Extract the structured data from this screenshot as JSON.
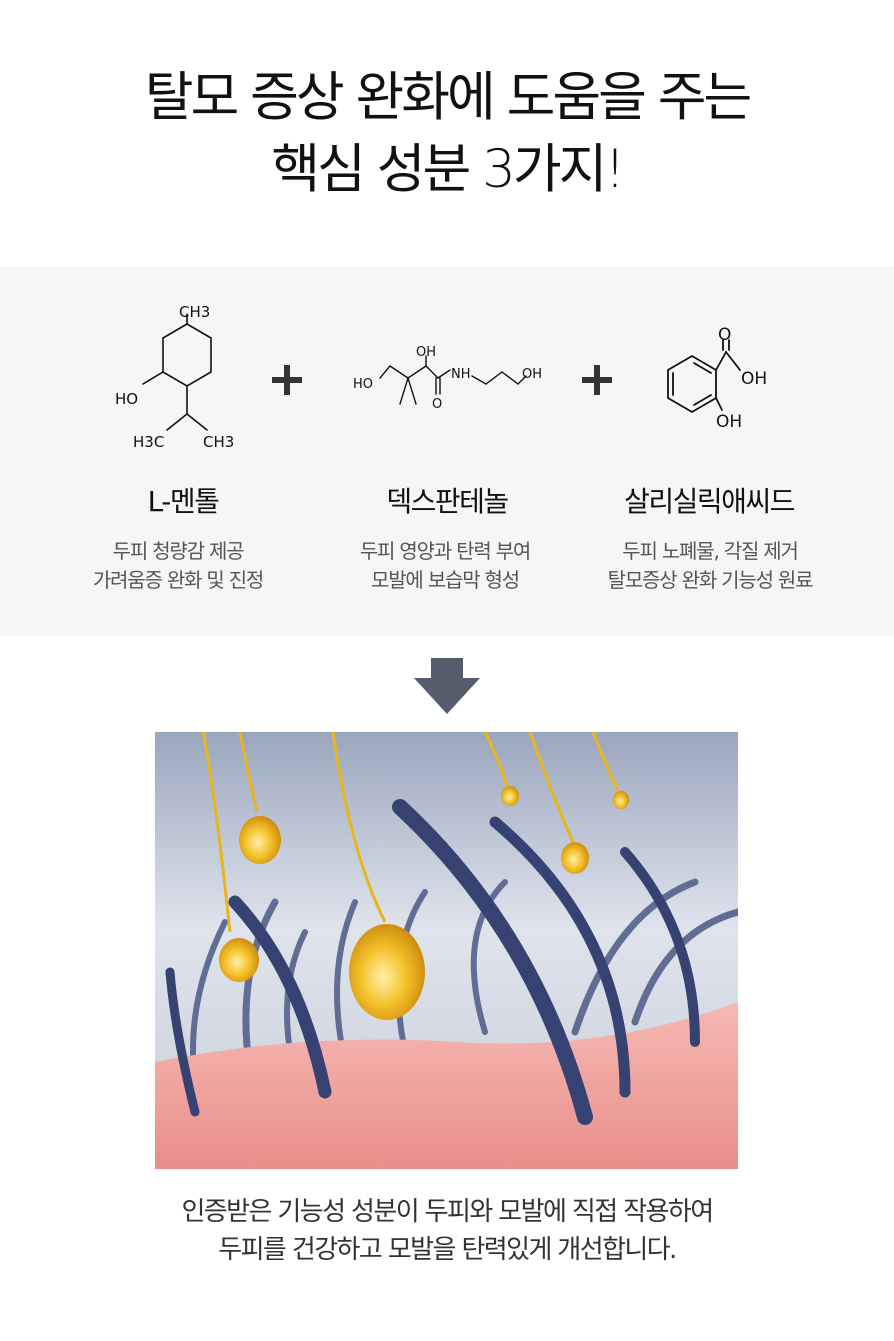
{
  "headline": {
    "line1": "탈모 증상 완화에 도움을 주는",
    "line2": "핵심 성분 3가지!"
  },
  "ingredients": [
    {
      "name": "L-멘톨",
      "desc1": "두피 청량감 제공",
      "desc2": "가려움증 완화 및 진정",
      "labels": {
        "top": "CH3",
        "ho": "HO",
        "h3c": "H3C",
        "ch3": "CH3"
      }
    },
    {
      "name": "덱스판테놀",
      "desc1": "두피 영양과 탄력 부여",
      "desc2": "모발에 보습막 형성",
      "labels": {
        "ho": "HO",
        "oh_top": "OH",
        "nh": "NH",
        "oh_end": "OH",
        "o": "O"
      }
    },
    {
      "name": "살리실릭애씨드",
      "desc1": "두피 노폐물, 각질 제거",
      "desc2": "탈모증상 완화 기능성 원료",
      "labels": {
        "o": "O",
        "oh1": "OH",
        "oh2": "OH"
      }
    }
  ],
  "caption": {
    "line1": "인증받은 기능성 성분이 두피와 모발에 직접 작용하여",
    "line2": "두피를 건강하고 모발을 탄력있게 개선합니다."
  },
  "colors": {
    "panel_bg": "#f6f6f6",
    "arrow": "#545d6b",
    "hair": "#3d4a72",
    "scalp": "#f0a9a4",
    "drop": "#f2b21c"
  }
}
